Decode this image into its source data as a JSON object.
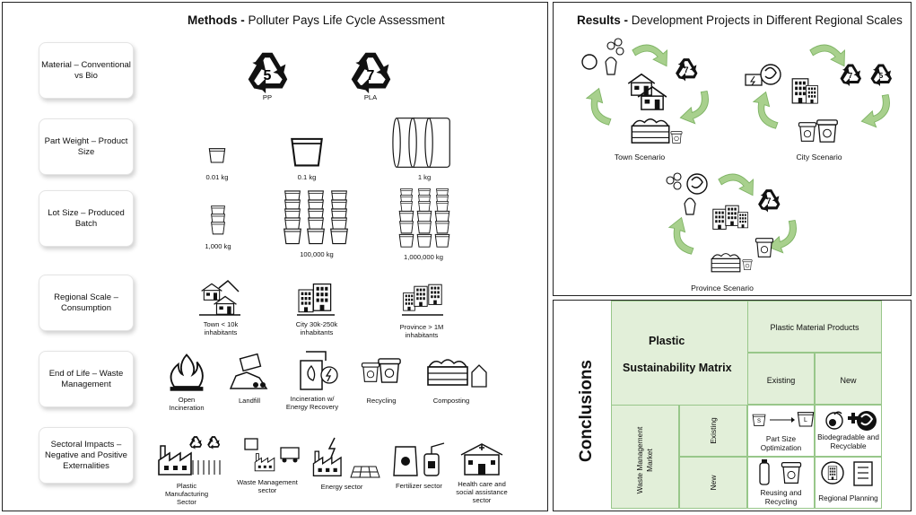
{
  "methods": {
    "title_bold": "Methods -",
    "title_rest": " Polluter Pays Life Cycle Assessment",
    "rows": [
      {
        "label": "Material – Conventional vs Bio"
      },
      {
        "label": "Part Weight – Product Size"
      },
      {
        "label": "Lot Size – Produced Batch"
      },
      {
        "label": "Regional Scale – Consumption"
      },
      {
        "label": "End of Life – Waste Management"
      },
      {
        "label": "Sectoral Impacts – Negative and Positive Externalities"
      }
    ],
    "material": {
      "pp_number": "5",
      "pp_label": "PP",
      "pla_number": "7",
      "pla_label": "PLA"
    },
    "weights": [
      "0.01 kg",
      "0.1 kg",
      "1 kg"
    ],
    "lots": [
      "1,000 kg",
      "100,000 kg",
      "1,000,000 kg"
    ],
    "scales": [
      "Town < 10k inhabitants",
      "City 30k-250k inhabitants",
      "Province > 1M inhabitants"
    ],
    "eol": [
      "Open Incineration",
      "Landfill",
      "Incineration w/ Energy Recovery",
      "Recycling",
      "Composting"
    ],
    "sectors": [
      "Plastic Manufacturing Sector",
      "Waste Management sector",
      "Energy sector",
      "Fertilizer sector",
      "Health care and social assistance sector"
    ]
  },
  "results": {
    "title_bold": "Results -",
    "title_rest": " Development Projects in Different Regional Scales",
    "scenarios": [
      "Town Scenario",
      "City Scenario",
      "Province Scenario"
    ],
    "recycle_numbers": {
      "town": "7",
      "city_a": "7",
      "city_b": "5",
      "province": "7"
    }
  },
  "conclusions": {
    "heading": "Conclusions",
    "matrix_title_1": "Plastic",
    "matrix_title_2": "Sustainability Matrix",
    "col_header": "Plastic Material Products",
    "col_existing": "Existing",
    "col_new": "New",
    "row_header": "Waste Management Market",
    "row_existing": "Existing",
    "row_new": "New",
    "cells": [
      "Part Size Optimization",
      "Biodegradable and Recyclable",
      "Reusing and Recycling",
      "Regional Planning"
    ],
    "icon_numbers": {
      "small": "S",
      "large": "L"
    }
  },
  "colors": {
    "accent_green": "#a8d08d",
    "matrix_fill": "#e2efd9",
    "matrix_line": "#98c78a",
    "ink": "#111111"
  }
}
